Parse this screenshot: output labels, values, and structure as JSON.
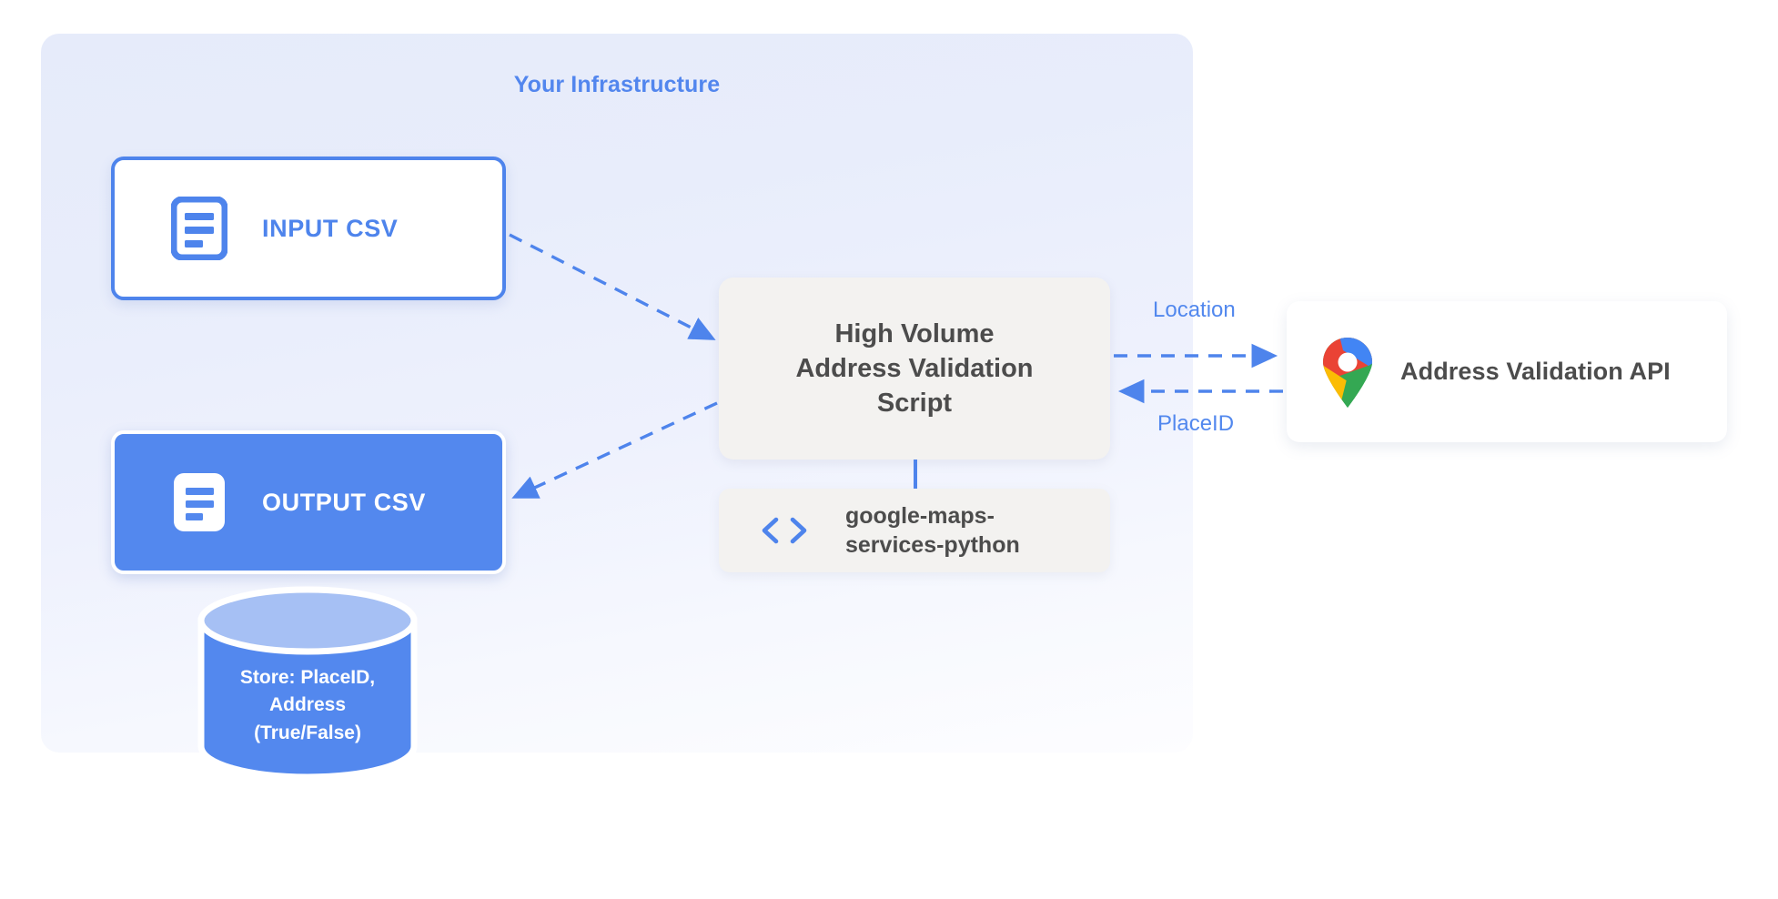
{
  "diagram": {
    "title": "Your Infrastructure",
    "accent_blue": "#4e84ec",
    "label_blue": "#5288ee",
    "box_gray": "#f3f2f0",
    "text_gray": "#4c4c4c",
    "panel_bg": "#e8edfb"
  },
  "nodes": {
    "input_csv": {
      "label": "INPUT CSV",
      "icon": "document-icon"
    },
    "output_csv": {
      "label": "OUTPUT CSV",
      "icon": "document-icon"
    },
    "script": {
      "line1": "High Volume",
      "line2": "Address Validation",
      "line3": "Script"
    },
    "library": {
      "line1": "google-maps-",
      "line2": "services-python",
      "icon": "code-brackets-icon"
    },
    "api": {
      "label": "Address Validation API",
      "icon": "google-maps-pin-icon"
    },
    "database": {
      "line1": "Store: PlaceID,",
      "line2": "Address",
      "line3": "(True/False)",
      "icon": "database-cylinder-icon"
    }
  },
  "edges": {
    "request_label": "Location",
    "response_label": "PlaceID"
  }
}
